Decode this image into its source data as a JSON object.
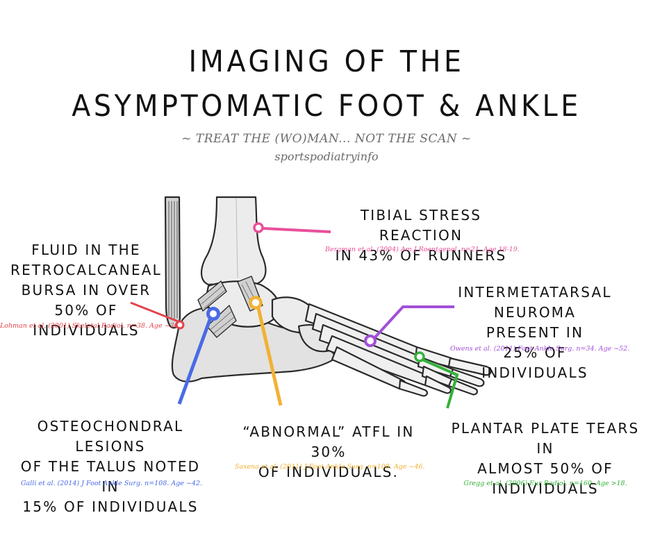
{
  "header": {
    "title_line1": "IMAGING OF THE",
    "title_line2": "ASYMPTOMATIC FOOT & ANKLE",
    "subtitle": "~ TREAT THE (WO)MAN... NOT THE SCAN ~",
    "brand": "sportspodiatryinfo"
  },
  "colors": {
    "tibial": "#e8509b",
    "retrocalcaneal": "#e2434a",
    "intermetatarsal": "#a24fd8",
    "osteochondral": "#4a6be6",
    "atfl": "#f2b133",
    "plantar_plate": "#35b13a"
  },
  "annotations": {
    "tibial": {
      "lines": [
        "TIBIAL STRESS REACTION",
        "IN 43% OF RUNNERS"
      ],
      "citation": "Bergman et al. (2004) Am J Roentgenol. n=21. Age 18-19."
    },
    "retrocalcaneal": {
      "lines": [
        "FLUID IN THE",
        "RETROCALCANEAL",
        "BURSA IN OVER 50% OF",
        "INDIVIDUALS"
      ],
      "citation": "Lohman et al. (2001) Skeletal Radiol. n=38. Age ~36."
    },
    "intermetatarsal": {
      "lines": [
        "INTERMETATARSAL",
        "NEUROMA PRESENT IN",
        "25% OF INDIVIDUALS"
      ],
      "citation": "Owens et al. (2011) Foot Ankle Surg. n=34. Age ~52."
    },
    "osteochondral": {
      "lines": [
        "OSTEOCHONDRAL LESIONS",
        "OF THE TALUS NOTED IN",
        "15% OF INDIVIDUALS"
      ],
      "citation": "Galli et al. (2014) J Foot Ankle Surg. n=108. Age ~42."
    },
    "atfl": {
      "lines": [
        "“ABNORMAL” ATFL IN 30%",
        "OF INDIVIDUALS."
      ],
      "citation": "Saxena et al. (2011) J Foot Ankle Surg. n=100. Age ~46."
    },
    "plantar_plate": {
      "lines": [
        "PLANTAR PLATE TEARS IN",
        "ALMOST 50% OF",
        "INDIVIDUALS"
      ],
      "citation": "Gregg et al. (2006) Eur Radiol. n=160. Age >18."
    }
  }
}
